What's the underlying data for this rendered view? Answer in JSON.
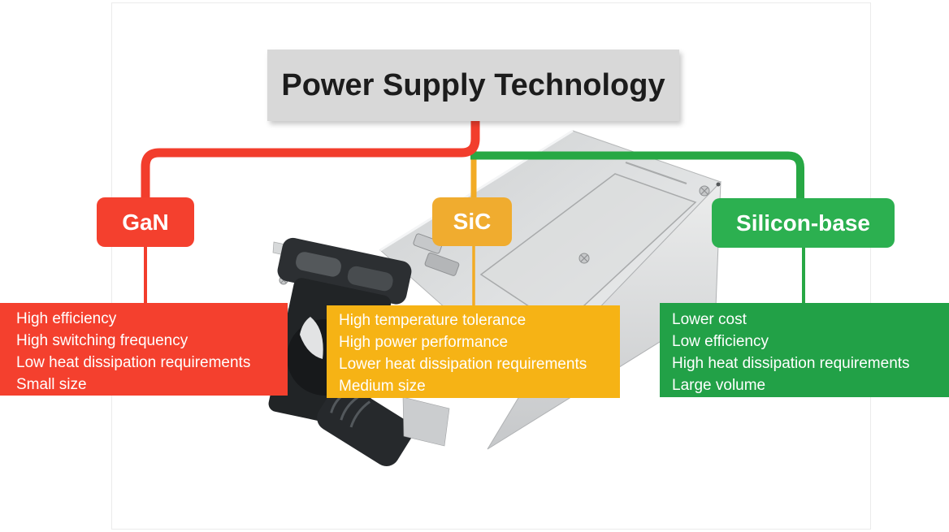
{
  "page": {
    "background": "#ffffff",
    "frame_border_color": "#ebebeb"
  },
  "title": {
    "label": "Power Supply Technology",
    "background": "#d8d8d8",
    "text_color": "#1c1c1c"
  },
  "illustration": {
    "name": "server-power-supply-photo"
  },
  "branches": [
    {
      "key": "gan",
      "label": "GaN",
      "accent": "#f4402e",
      "line_color": "#f23d2c",
      "detail_background": "#f4402e",
      "items": [
        "High efficiency",
        "High switching frequency",
        "Low heat dissipation requirements",
        "Small size"
      ]
    },
    {
      "key": "sic",
      "label": "SiC",
      "accent": "#f0ac2f",
      "line_color": "#f2ab25",
      "detail_background": "#f6b315",
      "items": [
        "High temperature tolerance",
        "High power performance",
        "Lower heat dissipation requirements",
        "Medium size"
      ]
    },
    {
      "key": "silicon-base",
      "label": "Silicon-base",
      "accent": "#2cb050",
      "line_color": "#27a844",
      "detail_background": "#22a147",
      "items": [
        "Lower cost",
        "Low efficiency",
        "High heat dissipation requirements",
        "Large volume"
      ]
    }
  ]
}
